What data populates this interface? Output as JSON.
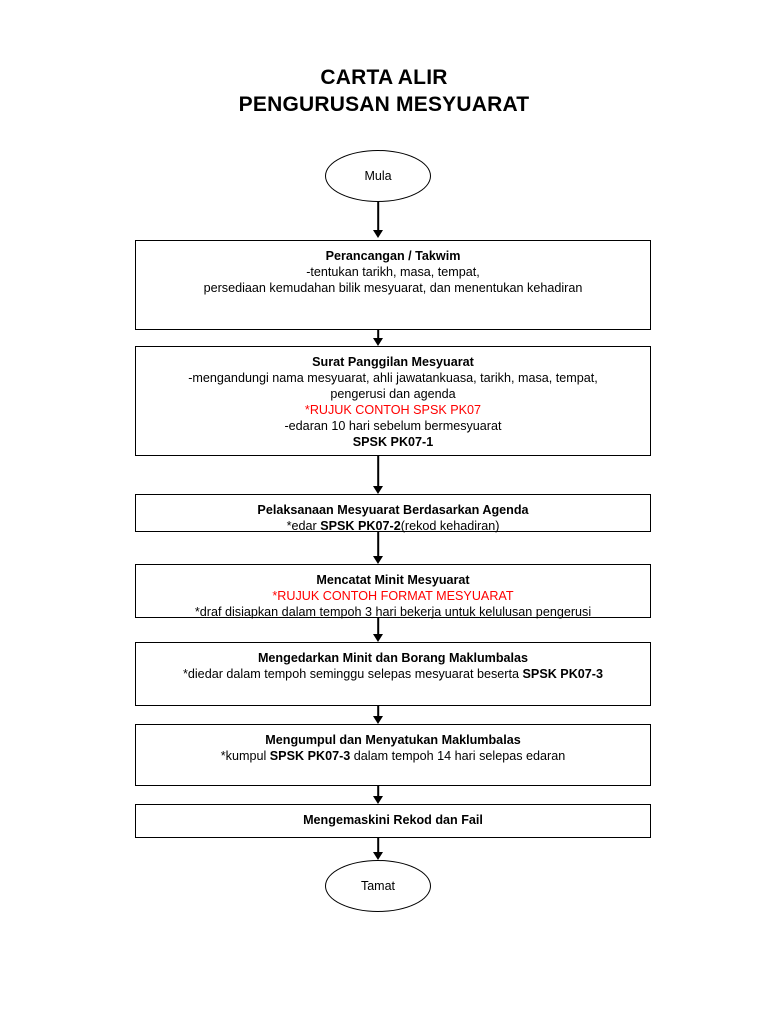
{
  "title": {
    "line1": "CARTA ALIR",
    "line2": "PENGURUSAN MESYUARAT"
  },
  "colors": {
    "highlight_red": "#FF0000",
    "stroke": "#000000",
    "background": "#FFFFFF"
  },
  "flow": {
    "start": {
      "label": "Mula"
    },
    "end": {
      "label": "Tamat"
    },
    "steps": [
      {
        "heading": "Perancangan / Takwim",
        "lines": [
          "-tentukan tarikh, masa, tempat,",
          "persediaan kemudahan bilik mesyuarat, dan menentukan  kehadiran"
        ]
      },
      {
        "heading": "Surat Panggilan Mesyuarat",
        "lines": [
          "-mengandungi nama mesyuarat, ahli jawatankuasa, tarikh, masa, tempat,",
          "pengerusi dan agenda"
        ],
        "red_line": "*RUJUK CONTOH SPSK PK07",
        "lines_after": [
          "-edaran 10 hari sebelum bermesyuarat"
        ],
        "bold_line": "SPSK PK07-1"
      },
      {
        "heading": "Pelaksanaan Mesyuarat Berdasarkan Agenda",
        "mixed": {
          "prefix": "*edar ",
          "bold": "SPSK PK07-2",
          "suffix": "(rekod kehadiran)"
        }
      },
      {
        "heading": "Mencatat Minit Mesyuarat",
        "red_line": "*RUJUK CONTOH FORMAT MESYUARAT",
        "lines_after": [
          "*draf disiapkan dalam tempoh 3 hari bekerja untuk kelulusan pengerusi"
        ]
      },
      {
        "heading": "Mengedarkan Minit dan Borang Maklumbalas",
        "mixed": {
          "prefix": "*diedar dalam tempoh seminggu selepas mesyuarat beserta ",
          "bold": "SPSK PK07-3",
          "suffix": ""
        }
      },
      {
        "heading": "Mengumpul dan Menyatukan Maklumbalas",
        "mixed": {
          "prefix": "*kumpul ",
          "bold": "SPSK PK07-3",
          "suffix": " dalam tempoh 14 hari selepas edaran"
        }
      },
      {
        "heading": "Mengemaskini Rekod dan Fail"
      }
    ]
  }
}
